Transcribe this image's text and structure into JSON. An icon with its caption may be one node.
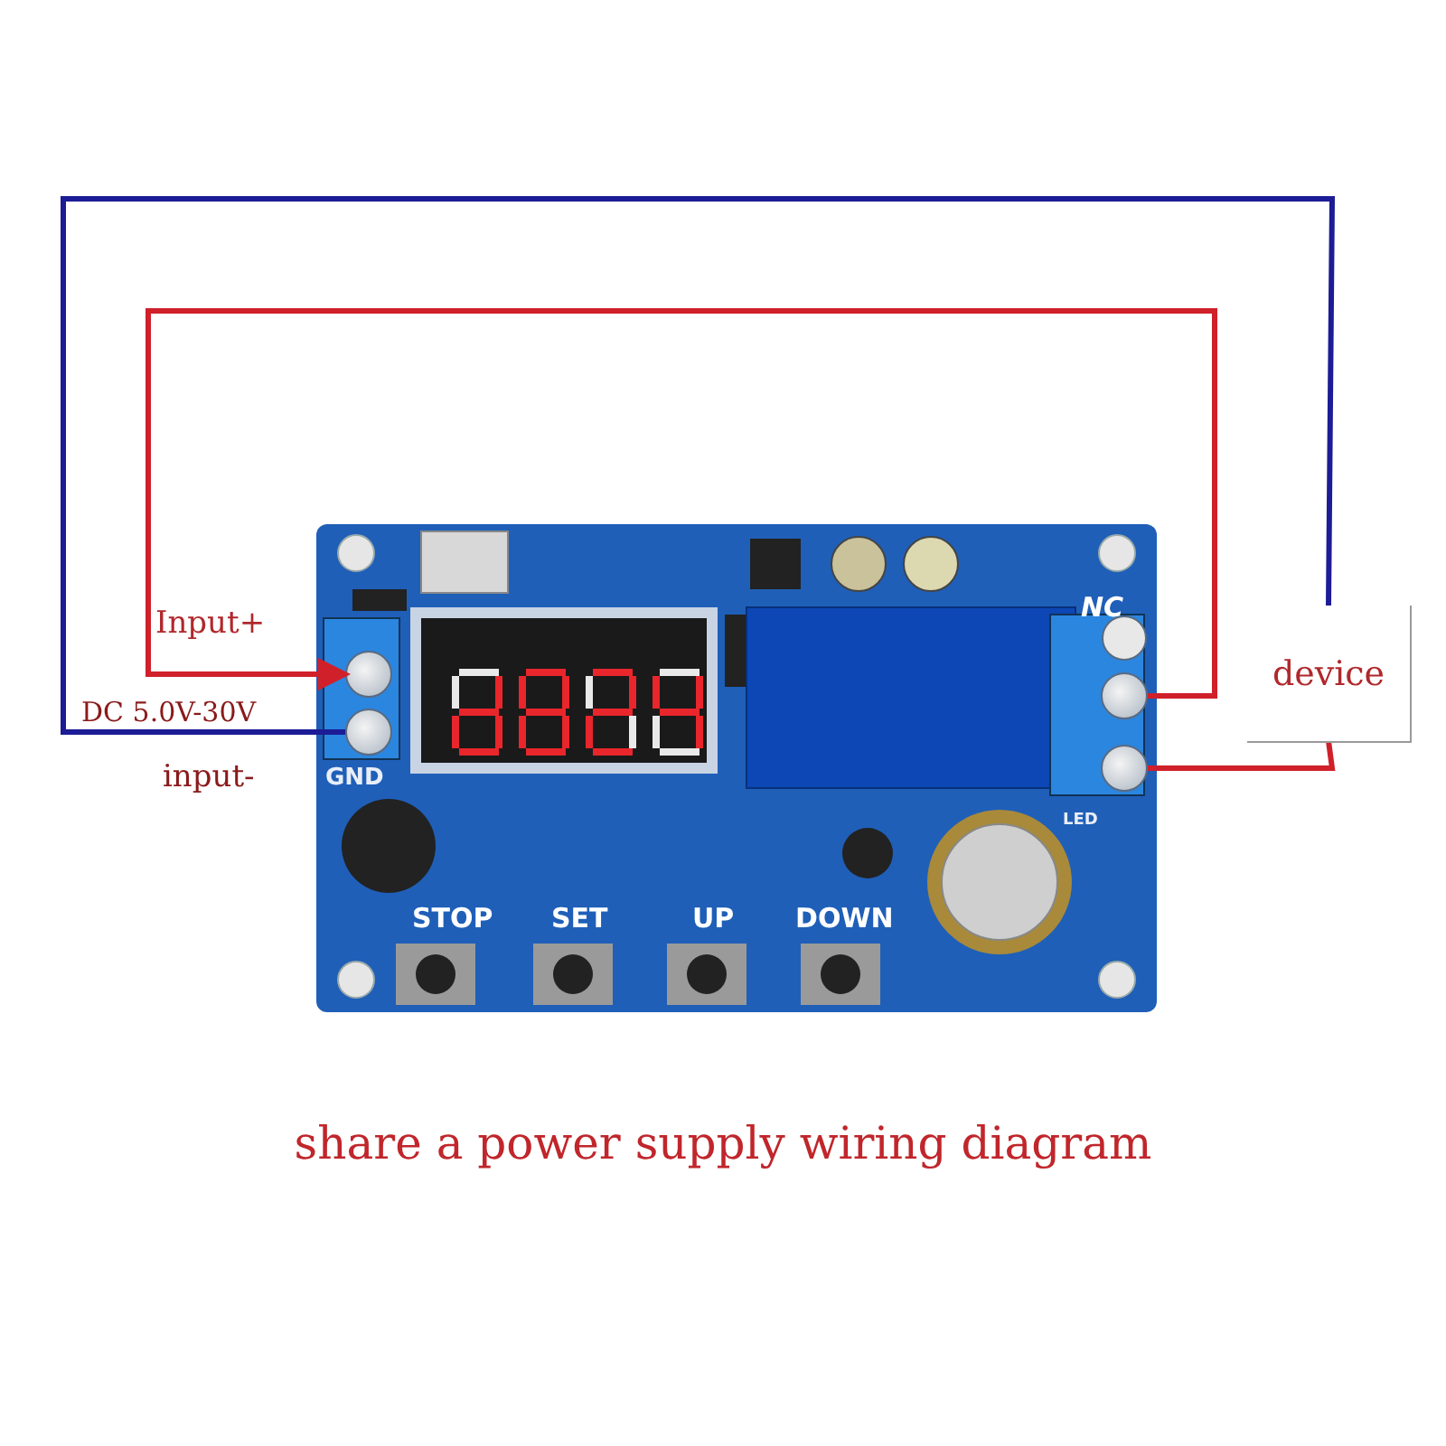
{
  "diagram": {
    "caption": "share a power supply wiring diagram",
    "nodes": [
      {
        "text": [],
        "shape": "picture"
      },
      {
        "text": [],
        "shape": "circle",
        "in": 0
      },
      {
        "text": [],
        "shape": "circle",
        "in": 0
      },
      {
        "text": [],
        "shape": "circle",
        "in": 0
      },
      {
        "text": [],
        "shape": "circle",
        "in": 0
      },
      {
        "text": [
          "device"
        ]
      }
    ],
    "edges": [
      {
        "from": 3,
        "to": 1,
        "arrow": "to"
      },
      {
        "from": 2,
        "to": 5,
        "arrow": "none",
        "color": "#1c1c96"
      },
      {
        "from": 4,
        "to": 5,
        "arrow": "none"
      }
    ],
    "labels": [
      "NC",
      "Input+",
      "DC 5.0V-30V",
      "GND",
      "input-",
      "LED",
      "STOP",
      "SET",
      "UP",
      "DOWN"
    ]
  }
}
